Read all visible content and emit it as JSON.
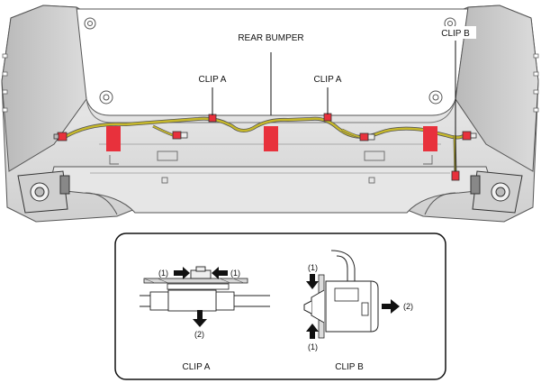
{
  "labels": {
    "rear_bumper": "REAR BUMPER",
    "clip_a": "CLIP A",
    "clip_b": "CLIP B"
  },
  "detail": {
    "clip_a_caption": "CLIP A",
    "clip_b_caption": "CLIP B",
    "step_1": "(1)",
    "step_2": "(2)"
  },
  "colors": {
    "bumper_fill": "#d9d9d9",
    "bumper_dark": "#9a9a9a",
    "harness": "#b3a526",
    "marker_red": "#e8313c",
    "outline": "#111111"
  }
}
